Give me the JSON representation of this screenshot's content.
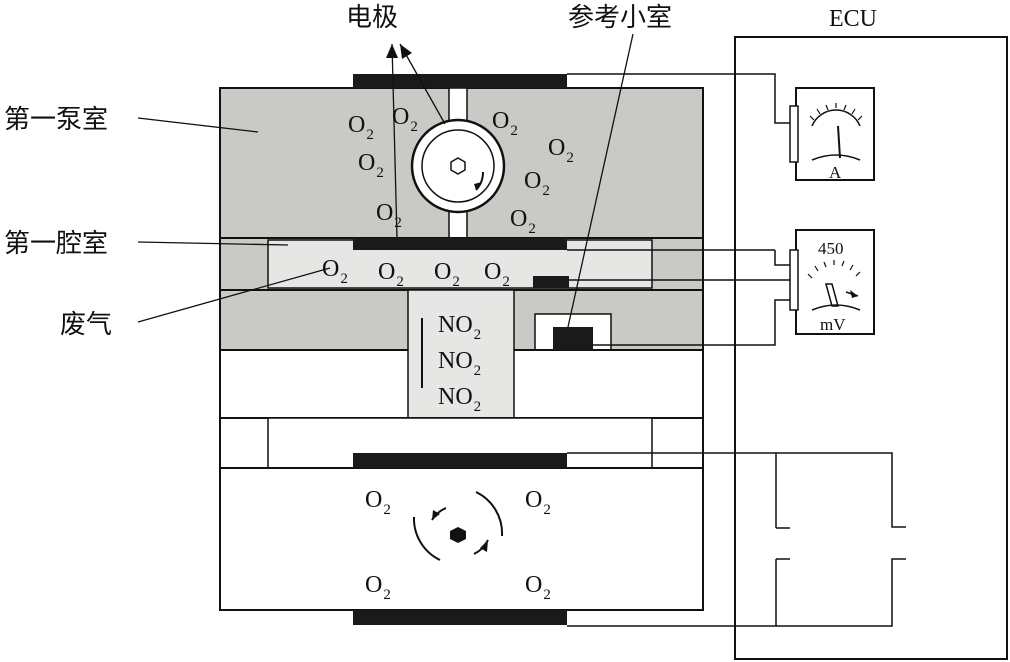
{
  "labels": {
    "electrode": "电极",
    "reference_cell": "参考小室",
    "ecu": "ECU",
    "first_pump_chamber": "第一泵室",
    "first_cavity": "第一腔室",
    "exhaust": "废气"
  },
  "molecules": {
    "o2_base": "O",
    "o2_sub": "2",
    "no2_base": "NO",
    "no2_sub": "2"
  },
  "meters": {
    "ammeter_unit": "A",
    "voltmeter_reading": "450",
    "voltmeter_unit": "mV"
  },
  "colors": {
    "gray_fill": "#c9c9c6",
    "light_fill": "#e6e6e4",
    "electrode": "#1a1a1a",
    "line": "#111111"
  }
}
